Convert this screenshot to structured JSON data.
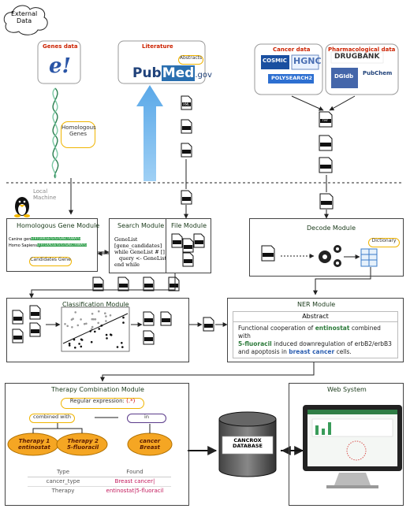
{
  "external": {
    "label": "External\nData"
  },
  "sources": {
    "genes": {
      "title": "Genes data",
      "logo": "e!",
      "tag": "Homologous\nGenes"
    },
    "literature": {
      "title": "Literature",
      "logo_pub": "Pub",
      "logo_med": "Med",
      "logo_gov": ".gov",
      "tag": "Abstracts"
    },
    "cancer": {
      "title": "Cancer data",
      "logos": [
        "COSMIC",
        "HGNC",
        "POLYSEARCH2"
      ]
    },
    "pharma": {
      "title": "Pharmacological data",
      "logos": [
        "DRUGBANK",
        "PubChem",
        "DGIdb"
      ]
    }
  },
  "file_labels": {
    "xml": "XML",
    "tsv": "TSV"
  },
  "local": {
    "label": "Local\nMachine"
  },
  "homologous": {
    "title": "Homologous Gene Module",
    "rows": [
      "Canine gene:",
      "Homo Sapiens gene:"
    ],
    "seq": "GTATCAACGGTGTGTGAGCTAAAATG",
    "tag": "Candidates Gene"
  },
  "search": {
    "title": "Search Module",
    "code": [
      "GeneList",
      "[gene_candidates]",
      "while GeneList # [] do",
      "query <- GeneList",
      "end while"
    ]
  },
  "file_module": {
    "title": "File Module"
  },
  "decode": {
    "title": "Decode Module",
    "tag": "Dictionary"
  },
  "classification": {
    "title": "Classification Module"
  },
  "ner": {
    "title": "NER Module",
    "abstract_title": "Abstract",
    "text_a": "Functional cooperation of ",
    "drug1": "entinostat",
    "text_b": " combined with",
    "drug2": "5-fluoracil",
    "text_c": " induced downregulation of erbB2/erbB3",
    "text_d": "and apoptosis in ",
    "disease": "breast cancer",
    "text_e": " cells."
  },
  "therapy": {
    "title": "Therapy Combination Module",
    "regex_label": "Regular expression: ",
    "regex": "(.*)",
    "combined": "combined with",
    "in_word": "in",
    "ellipses": [
      "Therapy 1\nentinostat",
      "Therapy 2\n5-fluoracil",
      "cancer\nBreast"
    ],
    "table_header": [
      "Type",
      "Found"
    ],
    "table_rows": [
      [
        "cancer_type",
        "Breast cancer|"
      ],
      [
        "Therapy",
        "entinostat|5-fluoracil"
      ]
    ]
  },
  "database": {
    "label": "CANCROX\nDATABASE"
  },
  "web": {
    "title": "Web System"
  }
}
